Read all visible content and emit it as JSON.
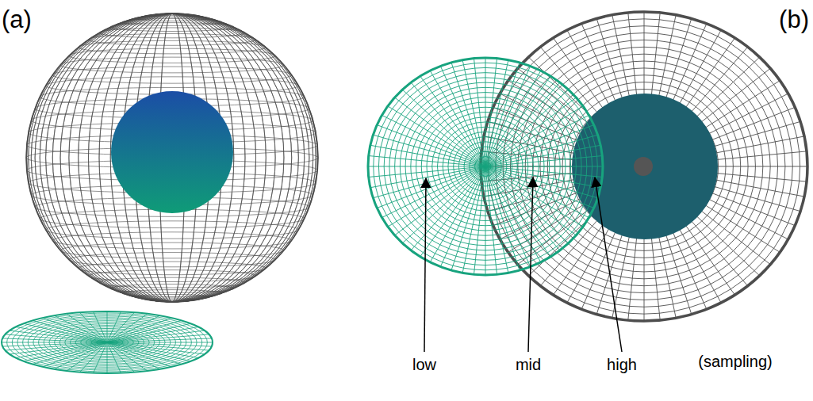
{
  "diagram": {
    "labels": [
      "(a)",
      "(b)",
      "low",
      "mid",
      "high",
      "(sampling)"
    ]
  }
}
